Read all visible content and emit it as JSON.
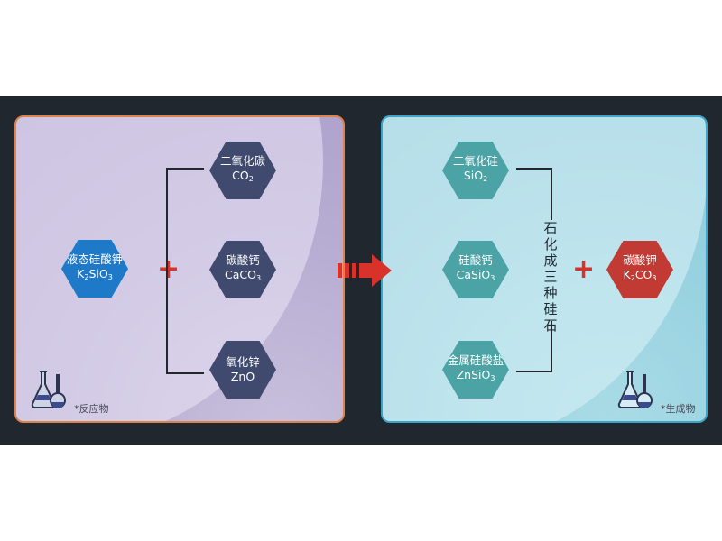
{
  "reactants": {
    "main": {
      "name": "液态硅酸钾",
      "f1": "K",
      "s1": "2",
      "f2": "SiO",
      "s2": "3"
    },
    "items": [
      {
        "name": "二氧化碳",
        "f1": "CO",
        "s1": "2",
        "f2": "",
        "s2": ""
      },
      {
        "name": "碳酸钙",
        "f1": "CaCO",
        "s1": "3",
        "f2": "",
        "s2": ""
      },
      {
        "name": "氧化锌",
        "f1": "ZnO",
        "s1": "",
        "f2": "",
        "s2": ""
      }
    ],
    "note": "*反应物"
  },
  "products": {
    "items": [
      {
        "name": "二氧化硅",
        "f1": "SiO",
        "s1": "2",
        "f2": "",
        "s2": ""
      },
      {
        "name": "硅酸钙",
        "f1": "CaSiO",
        "s1": "3",
        "f2": "",
        "s2": ""
      },
      {
        "name": "金属硅酸盐",
        "f1": "ZnSiO",
        "s1": "3",
        "f2": "",
        "s2": ""
      }
    ],
    "group_label": "石化成三种硅石",
    "byproduct": {
      "name": "碳酸钾",
      "f1": "K",
      "s1": "2",
      "f2": "CO",
      "s2": "3"
    },
    "note": "*生成物"
  },
  "symbols": {
    "plus": "+"
  },
  "colors": {
    "reactant_hex": "#3f4a6e",
    "main_hex": "#1e79c8",
    "product_hex": "#4ba3a6",
    "byproduct_hex": "#c23a34",
    "arrow": "#d8322b"
  }
}
